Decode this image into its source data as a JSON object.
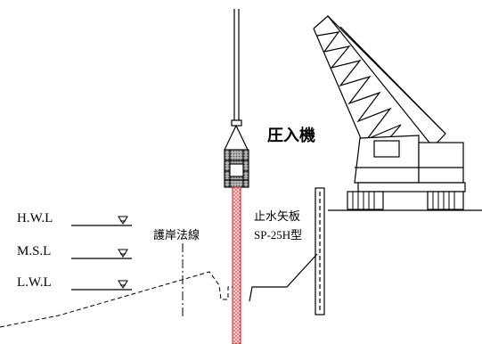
{
  "labels": {
    "press_machine": "圧入機",
    "revetment_line": "護岸法線",
    "sheet_pile_line1": "止水矢板",
    "sheet_pile_line2": "SP-25H型",
    "hwl": "H.W.L",
    "msl": "M.S.L",
    "lwl": "L.W.L"
  },
  "colors": {
    "line": "#000000",
    "pile_fill": "#e63a3a",
    "pile_pattern_bg": "#ffd6d6",
    "press_fill": "#9a9a9a",
    "press_hatch": "#555555"
  }
}
